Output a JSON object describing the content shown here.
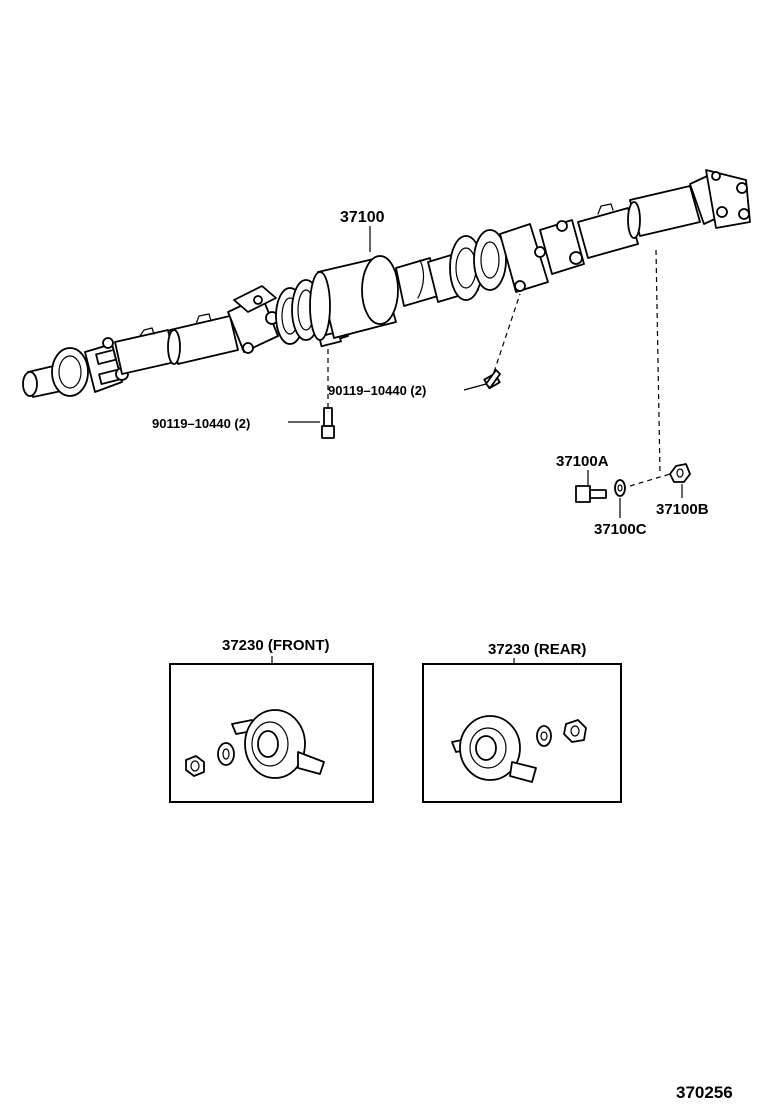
{
  "labels": {
    "propeller_shaft": "37100",
    "bolt_upper": "90119–10440 (2)",
    "bolt_lower": "90119–10440 (2)",
    "bolt_a": "37100A",
    "nut_b": "37100B",
    "washer_c": "37100C",
    "bearing_front": "37230 (FRONT)",
    "bearing_rear": "37230 (REAR)",
    "figure_number": "370256"
  }
}
